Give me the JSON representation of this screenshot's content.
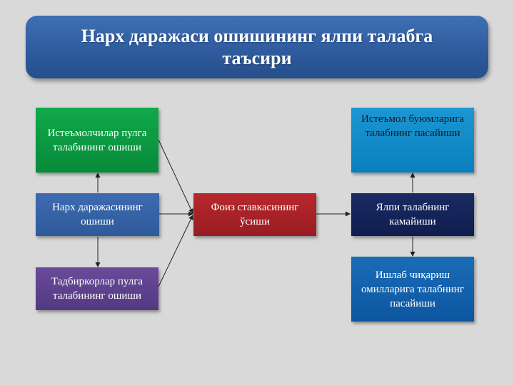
{
  "title": "Нарх даражаси ошишининг ялпи талабга таъсири",
  "boxes": {
    "consumers_money_demand": "Истеъмолчилар пулга талабининг ошиши",
    "price_level_rise": "Нарх даражасининг ошиши",
    "entrepreneurs_money_demand": "Тадбиркорлар пулга талабининг ошиши",
    "interest_rate_rise": "Фоиз ставкасининг ўсиши",
    "consumer_goods_demand_fall": "Истеъмол буюмларига талабнинг пасайиши",
    "aggregate_demand_fall": "Ялпи талабнинг камайиши",
    "production_factors_demand_fall": "Ишлаб чиқариш омилларига талабнинг пасайиши"
  },
  "colors": {
    "background": "#d9d9d9",
    "title_bar": "#2f5c9e",
    "consumers": "#0a9a42",
    "price_level": "#3563a6",
    "entrepreneurs": "#5e428e",
    "interest_rate": "#a82228",
    "consumer_goods": "#1590cc",
    "aggregate_demand": "#142459",
    "production_factors": "#1262ad",
    "connector": "#222222"
  }
}
